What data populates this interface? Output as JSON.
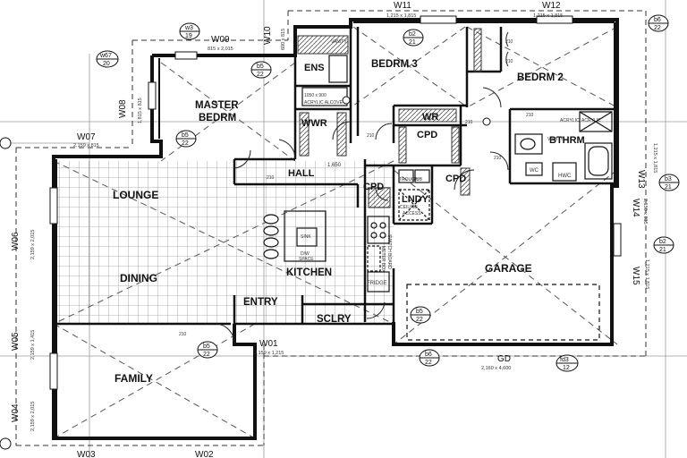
{
  "rooms": {
    "master": "MASTER",
    "master_sub": "BEDRM",
    "ens": "ENS",
    "wwr": "WWR",
    "bedrm3": "BEDRM 3",
    "bedrm2": "BEDRM 2",
    "wr": "WR",
    "cpd_top": "CPD",
    "bthrm": "BTHRM",
    "hall": "HALL",
    "cpd_hall": "CPD",
    "lndy": "LNDY",
    "cpd_lndy": "CPD",
    "lounge": "LOUNGE",
    "dining": "DINING",
    "kitchen": "KITCHEN",
    "entry": "ENTRY",
    "sclry": "SCLRY",
    "garage": "GARAGE",
    "family": "FAMILY"
  },
  "walls": {
    "w09": "W09",
    "w09_size": "815 x 2,015",
    "w11": "W11",
    "w11_size": "1,215 x 1,815",
    "w12": "W12",
    "w12_size": "1,215 x 1,815",
    "w10": "W10",
    "w10_size": "600 x 815",
    "w08": "W08",
    "w08_size": "1,815 x 815",
    "w07": "W07",
    "w07_size": "2,159 x 815",
    "w06": "W06",
    "w06_size": "2,159 x 2,015",
    "w05": "W05",
    "w05_size": "2,159 x 1,415",
    "w04": "W04",
    "w04_size": "2,159 x 2,015",
    "w03": "W03",
    "w02": "W02",
    "w01": "W01",
    "w01_size": "2,159 x 1,215",
    "w13": "W13",
    "w13_size": "1,215 x 1,815",
    "w14": "W14",
    "w14_size": "2,159 x 815",
    "w15": "W15",
    "w15_size": "1,215 x 1,815",
    "gd": "GD",
    "gd_size": "2,160 x 4,600"
  },
  "markers": {
    "w3_top": "w3",
    "w3_bot": "19",
    "w67_top": "w67",
    "w67_bot": "20",
    "b5a_top": "b5",
    "b5a_bot": "22",
    "b2a_top": "b2",
    "b2a_bot": "21",
    "b6a_top": "b6",
    "b6a_bot": "22",
    "b5b_top": "b5",
    "b5b_bot": "22",
    "b3_top": "b3",
    "b3_bot": "21",
    "b2b_top": "b2",
    "b2b_bot": "21",
    "b5c_top": "b5",
    "b5c_bot": "22",
    "b5d_top": "b5",
    "b5d_bot": "22",
    "b6b_top": "b6",
    "b6b_bot": "22",
    "fd3_top": "fd3",
    "fd3_bot": "12"
  },
  "fixtures": {
    "vanity": "VANITY",
    "vanity2": "VANITY",
    "shower_screen": "1050 x 900",
    "shower_alcove": "ACRYLIC ALCOVE",
    "trough": "TROUGH",
    "acrylic": "ACRYLIC",
    "acrylic2": "ACRYLIC",
    "wc": "WC",
    "hwc": "HWC",
    "tub": "TUB",
    "ceiling_access": "CEILING",
    "ceiling_access2": "ACCESS",
    "dw_space": "D/W",
    "dw_space2": "SPACE",
    "sink": "SINK",
    "fridge": "FRIDGE",
    "meter_box": "METER BOX",
    "switch_board": "SWITCH BOARD",
    "range_hood": "1,650",
    "dim_210a": "210",
    "dim_210b": "210",
    "dim_210c": "210",
    "dim_210d": "210",
    "dim_210e": "210",
    "dim_210f": "210",
    "dim_210g": "210",
    "dim_210h": "210"
  }
}
